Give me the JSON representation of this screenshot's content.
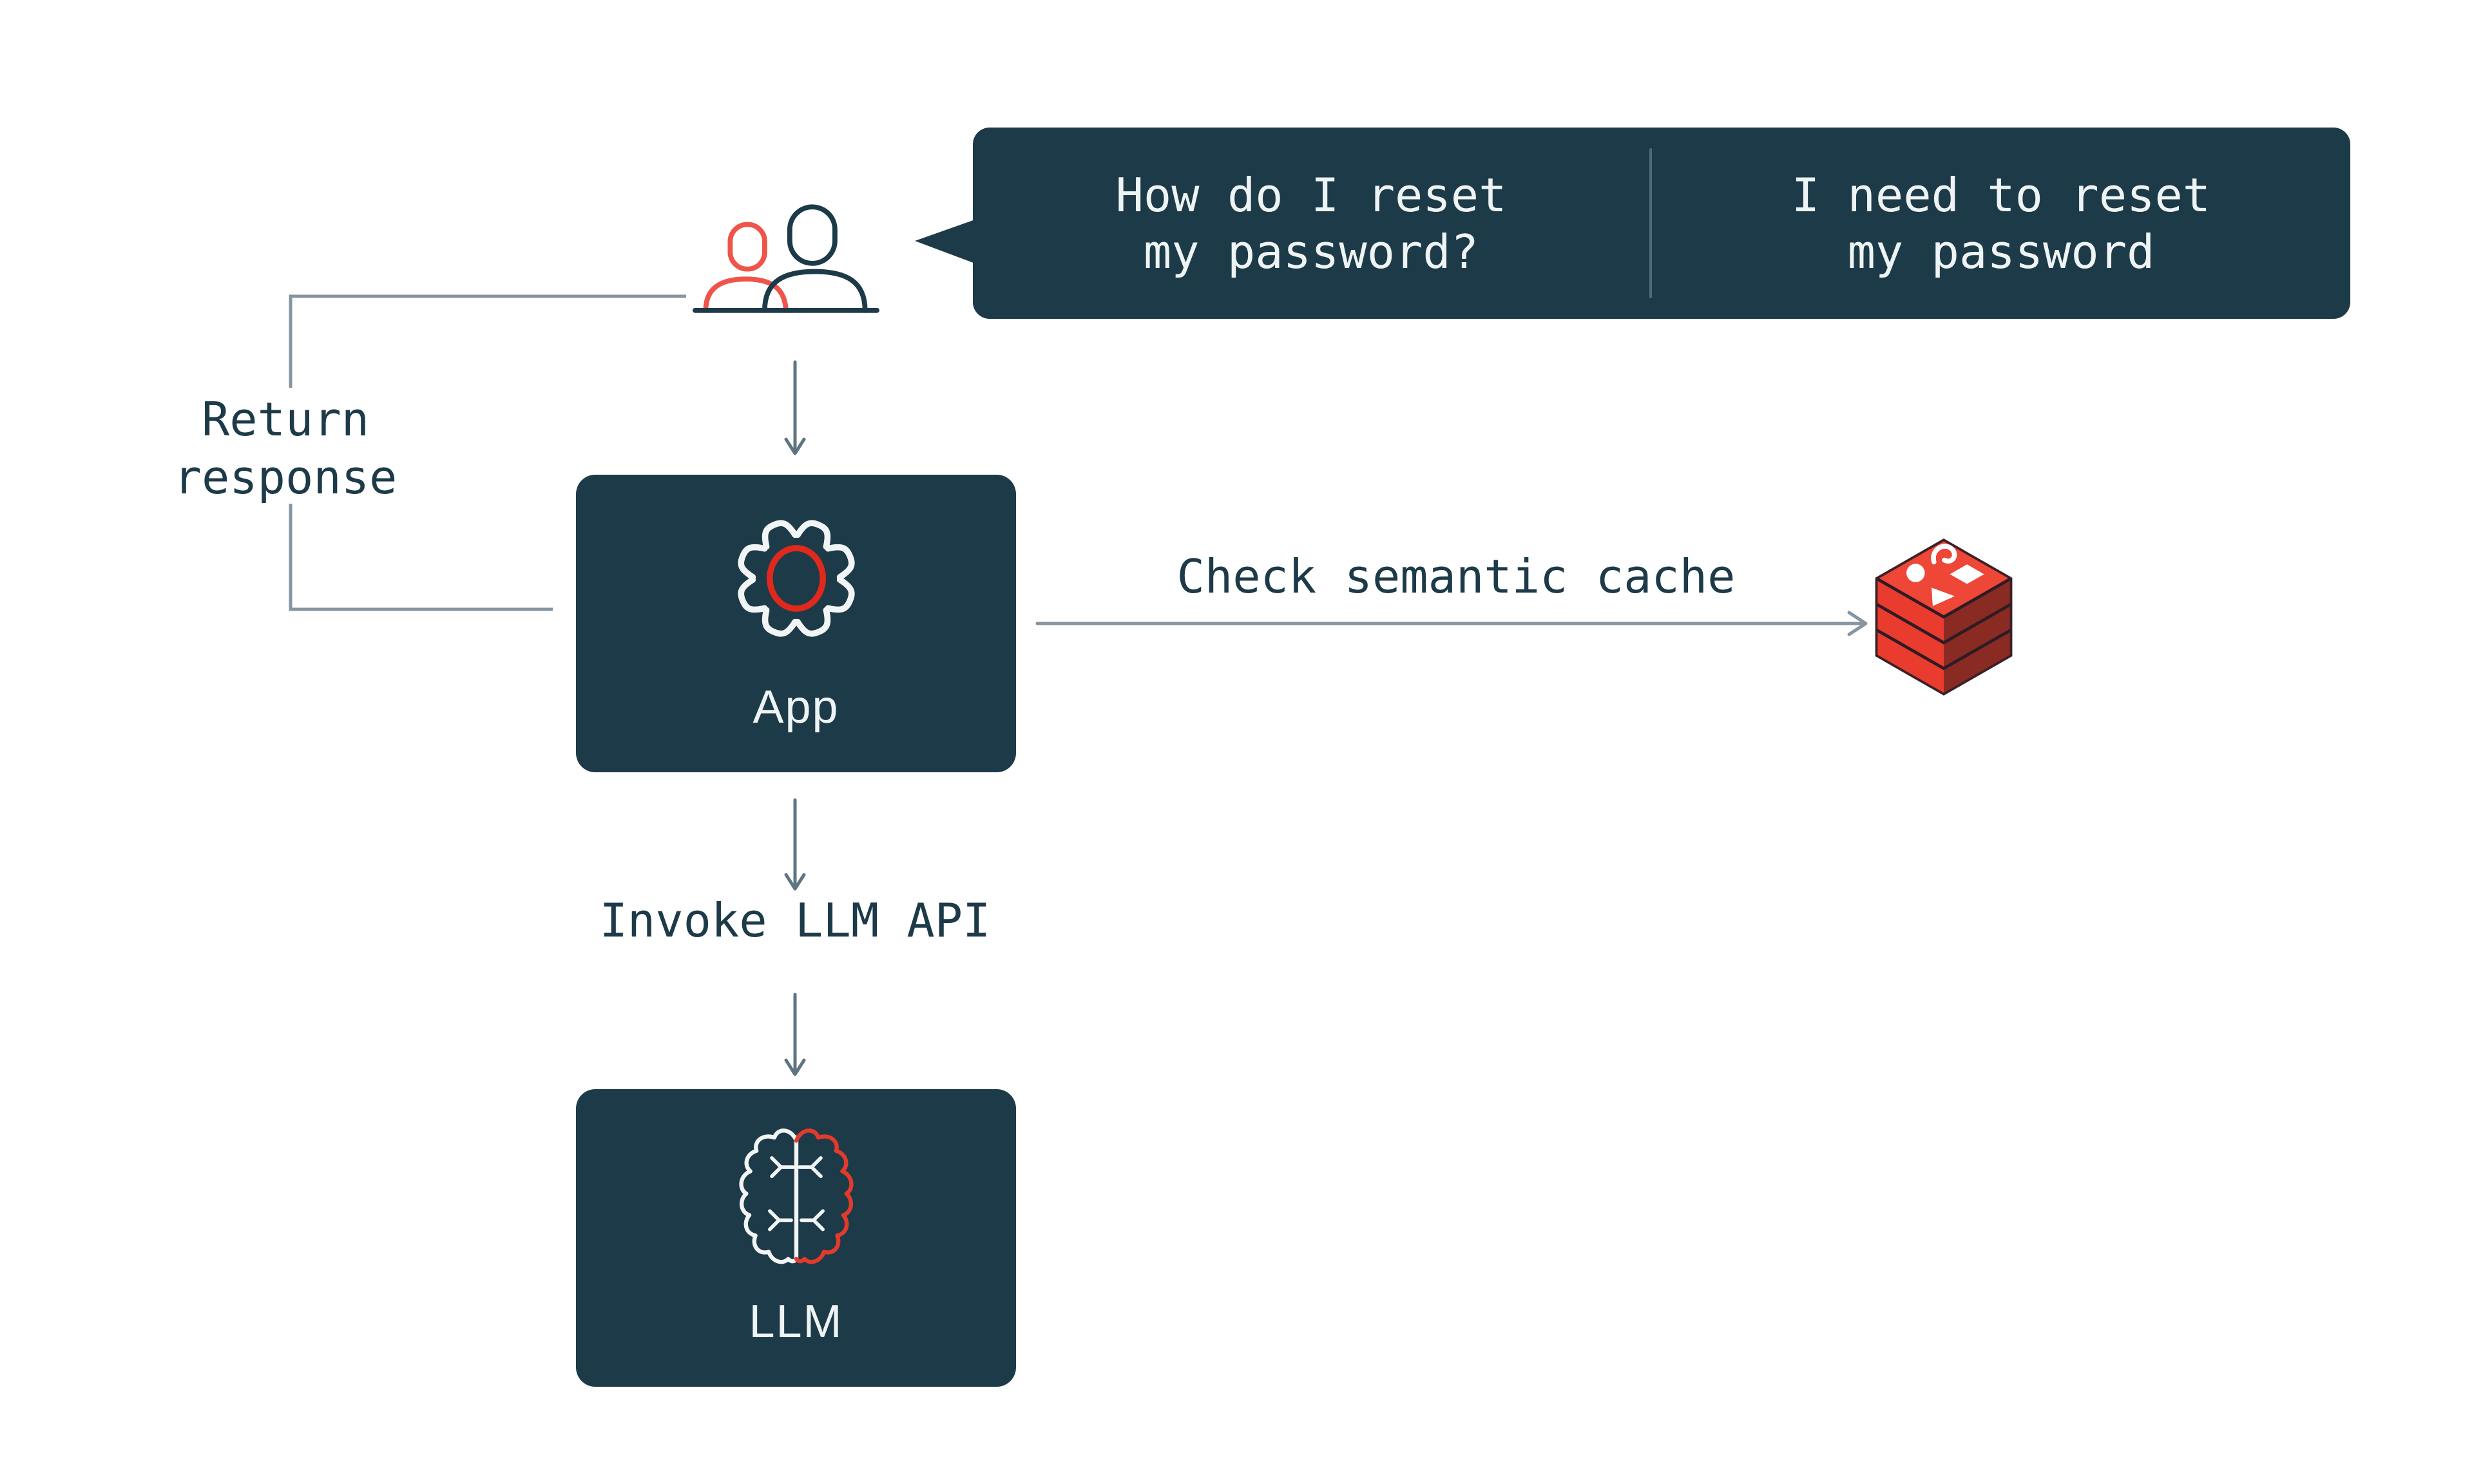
{
  "speech_bubble": {
    "left_query": {
      "line1": "How do I reset",
      "line2": "my password?"
    },
    "right_query": {
      "line1": "I need to reset",
      "line2": "my password"
    }
  },
  "nodes": {
    "user": {
      "icon": "users-icon"
    },
    "app": {
      "label": "App",
      "icon": "gear-icon"
    },
    "llm": {
      "label": "LLM",
      "icon": "brain-icon"
    },
    "cache": {
      "icon": "redis-cube-icon"
    }
  },
  "edges": {
    "user_to_app": {
      "style": "arrow-down"
    },
    "app_to_llm": {
      "style": "arrow-down"
    },
    "return_response": {
      "line1": "Return",
      "line2": "response"
    },
    "check_semantic_cache": {
      "label": "Check semantic cache"
    },
    "invoke_llm_api": {
      "label": "Invoke LLM API"
    }
  },
  "colors": {
    "background": "#ffffff",
    "navy": "#1d3a48",
    "bubble_text": "#eef3f4",
    "divider": "#4f6b79",
    "person_red": "#ef544a",
    "accent_red": "#e0291d",
    "brain_red": "#e23a2c",
    "redis_bright_red": "#e93b2e",
    "redis_top_red": "#ee4637",
    "redis_dark_face": "#8a2b23",
    "redis_edge": "#2e1b24",
    "connector_gray": "#8695a0",
    "arrow_slate": "#5d7581",
    "label_navy": "#1d3a48"
  }
}
